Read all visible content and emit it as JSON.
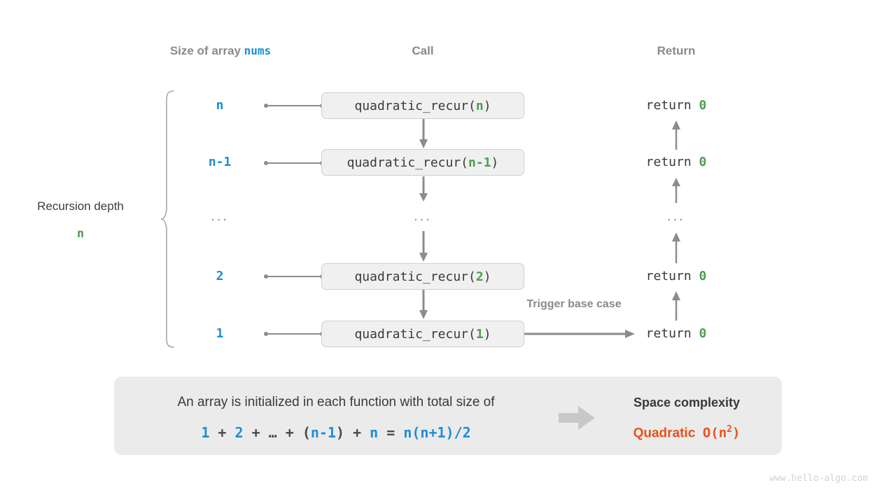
{
  "headers": {
    "size": "Size of array ",
    "size_kw": "nums",
    "call": "Call",
    "return": "Return"
  },
  "depth": {
    "title": "Recursion depth",
    "value": "n"
  },
  "rows": [
    {
      "size": "n",
      "call_prefix": "quadratic_recur(",
      "call_arg": "n",
      "call_suffix": ")",
      "ret": "return ",
      "ret_val": "0"
    },
    {
      "size": "n-1",
      "call_prefix": "quadratic_recur(",
      "call_arg": "n-1",
      "call_suffix": ")",
      "ret": "return ",
      "ret_val": "0"
    },
    {
      "size": "...",
      "call_prefix": "...",
      "call_arg": "",
      "call_suffix": "",
      "ret": "...",
      "ret_val": ""
    },
    {
      "size": "2",
      "call_prefix": "quadratic_recur(",
      "call_arg": "2",
      "call_suffix": ")",
      "ret": "return ",
      "ret_val": "0"
    },
    {
      "size": "1",
      "call_prefix": "quadratic_recur(",
      "call_arg": "1",
      "call_suffix": ")",
      "ret": "return ",
      "ret_val": "0"
    }
  ],
  "trigger_note": "Trigger base case",
  "summary": {
    "text": "An array is initialized in each function with total size of",
    "formula": {
      "t1": "1",
      "op1": " + ",
      "t2": "2",
      "op2": " + ",
      "ell": "…",
      "op3": " + ",
      "lp": "(",
      "t3": "n-1",
      "rp": ")",
      "op4": " + ",
      "t4": "n",
      "eq": " = ",
      "t5": "n(n+1)/2"
    },
    "result_title": "Space complexity",
    "result_word": "Quadratic",
    "result_big_o": "O(n",
    "result_exp": "2",
    "result_close": ")"
  },
  "watermark": "www.hello-algo.com",
  "colors": {
    "blue": "#1b8fd6",
    "green": "#4a9e4e",
    "orange": "#e8521c",
    "gray_text": "#8a8a8a",
    "dark_text": "#3a3a3a",
    "box_fill": "#f0f0f0",
    "box_border": "#cfcfcf",
    "panel_fill": "#ebebeb",
    "arrow": "#8c8c8c",
    "block_arrow": "#c8c8c8",
    "watermark": "#d2d2d2"
  }
}
